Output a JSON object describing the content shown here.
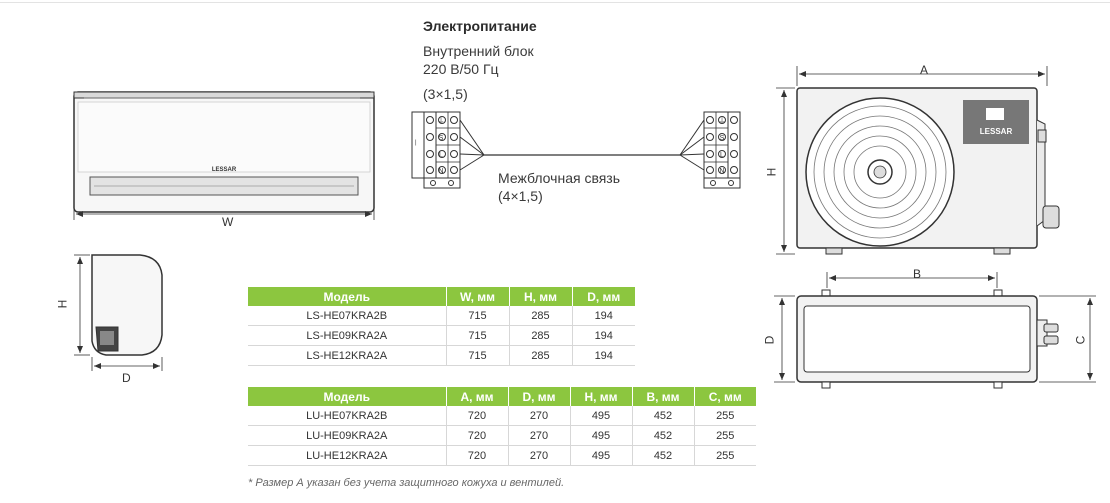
{
  "power": {
    "title": "Электропитание",
    "line1": "Внутренний блок",
    "line2": "220 В/50 Гц",
    "line3": "(3×1,5)",
    "link_label": "Межблочная связь",
    "link_spec": "(4×1,5)"
  },
  "terminal_left": [
    "⏚",
    "S",
    "L",
    "N"
  ],
  "terminal_right": [
    "⏚",
    "S",
    "L",
    "N"
  ],
  "dimensions": {
    "W": "W",
    "H_indoor": "H",
    "D_indoor": "D",
    "A": "A",
    "H_outdoor": "H",
    "B": "B",
    "D_outdoor": "D",
    "C": "C"
  },
  "brand": {
    "indoor": "LESSAR",
    "outdoor": "LESSAR"
  },
  "table1": {
    "headers": [
      "Модель",
      "W, мм",
      "H, мм",
      "D, мм"
    ],
    "rows": [
      [
        "LS-HE07KRA2B",
        "715",
        "285",
        "194"
      ],
      [
        "LS-HE09KRA2A",
        "715",
        "285",
        "194"
      ],
      [
        "LS-HE12KRA2A",
        "715",
        "285",
        "194"
      ]
    ]
  },
  "table2": {
    "headers": [
      "Модель",
      "A, мм",
      "D, мм",
      "H, мм",
      "B, мм",
      "C, мм"
    ],
    "rows": [
      [
        "LU-HE07KRA2B",
        "720",
        "270",
        "495",
        "452",
        "255"
      ],
      [
        "LU-HE09KRA2A",
        "720",
        "270",
        "495",
        "452",
        "255"
      ],
      [
        "LU-HE12KRA2A",
        "720",
        "270",
        "495",
        "452",
        "255"
      ]
    ]
  },
  "footnote": "* Размер А указан без учета защитного кожуха и вентилей.",
  "colors": {
    "accent": "#8cc63f",
    "line": "#333333",
    "unit": "#f2f2f2"
  }
}
